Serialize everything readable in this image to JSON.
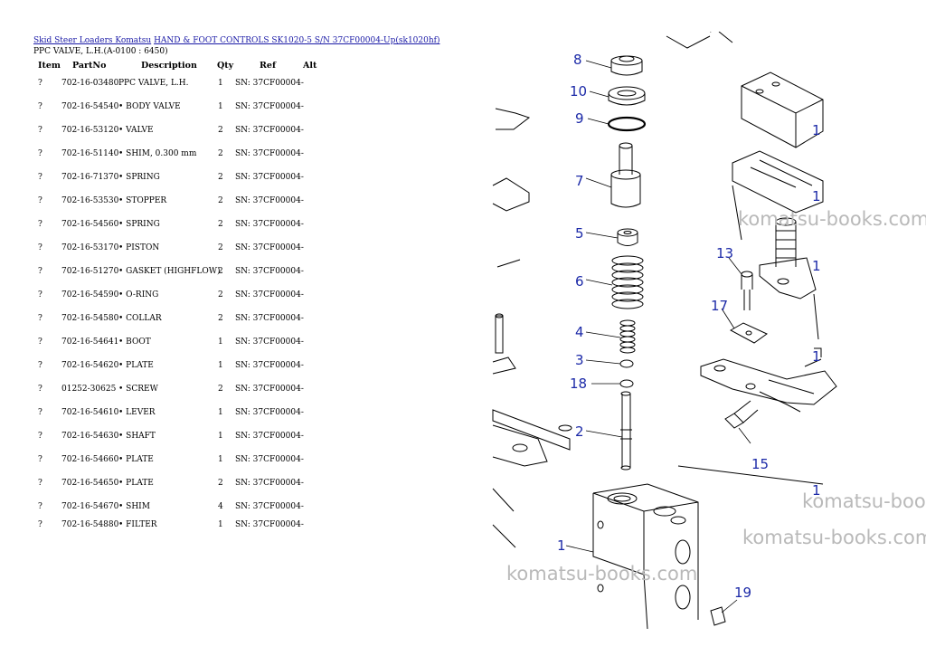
{
  "breadcrumb": {
    "link1": "Skid Steer Loaders Komatsu",
    "link2": "HAND & FOOT CONTROLS SK1020-5 S/N 37CF00004-Up(sk1020hf)"
  },
  "subtitle": "PPC VALVE, L.H.(A-0100 : 6450)",
  "table": {
    "headers": {
      "item": "Item",
      "partno": "PartNo",
      "description": "Description",
      "qty": "Qty",
      "ref": "Ref",
      "alt": "Alt"
    },
    "rows": [
      {
        "item": "?",
        "partno": "702-16-03480",
        "description": "PPC VALVE, L.H.",
        "qty": "1",
        "ref": "SN: 37CF00004-"
      },
      {
        "item": "?",
        "partno": "702-16-54540",
        "description": "• BODY VALVE",
        "qty": "1",
        "ref": "SN: 37CF00004-"
      },
      {
        "item": "?",
        "partno": "702-16-53120",
        "description": "• VALVE",
        "qty": "2",
        "ref": "SN: 37CF00004-"
      },
      {
        "item": "?",
        "partno": "702-16-51140",
        "description": "• SHIM, 0.300 mm",
        "qty": "2",
        "ref": "SN: 37CF00004-"
      },
      {
        "item": "?",
        "partno": "702-16-71370",
        "description": "• SPRING",
        "qty": "2",
        "ref": "SN: 37CF00004-"
      },
      {
        "item": "?",
        "partno": "702-16-53530",
        "description": "• STOPPER",
        "qty": "2",
        "ref": "SN: 37CF00004-"
      },
      {
        "item": "?",
        "partno": "702-16-54560",
        "description": "• SPRING",
        "qty": "2",
        "ref": "SN: 37CF00004-"
      },
      {
        "item": "?",
        "partno": "702-16-53170",
        "description": "• PISTON",
        "qty": "2",
        "ref": "SN: 37CF00004-"
      },
      {
        "item": "?",
        "partno": "702-16-51270",
        "description": "• GASKET (HIGHFLOW)",
        "qty": "2",
        "ref": "SN: 37CF00004-"
      },
      {
        "item": "?",
        "partno": "702-16-54590",
        "description": "• O-RING",
        "qty": "2",
        "ref": "SN: 37CF00004-"
      },
      {
        "item": "?",
        "partno": "702-16-54580",
        "description": "• COLLAR",
        "qty": "2",
        "ref": "SN: 37CF00004-"
      },
      {
        "item": "?",
        "partno": "702-16-54641",
        "description": "• BOOT",
        "qty": "1",
        "ref": "SN: 37CF00004-"
      },
      {
        "item": "?",
        "partno": "702-16-54620",
        "description": "• PLATE",
        "qty": "1",
        "ref": "SN: 37CF00004-"
      },
      {
        "item": "?",
        "partno": "01252-30625",
        "description": "• SCREW",
        "qty": "2",
        "ref": "SN: 37CF00004-"
      },
      {
        "item": "?",
        "partno": "702-16-54610",
        "description": "• LEVER",
        "qty": "1",
        "ref": "SN: 37CF00004-"
      },
      {
        "item": "?",
        "partno": "702-16-54630",
        "description": "• SHAFT",
        "qty": "1",
        "ref": "SN: 37CF00004-"
      },
      {
        "item": "?",
        "partno": "702-16-54660",
        "description": "• PLATE",
        "qty": "1",
        "ref": "SN: 37CF00004-"
      },
      {
        "item": "?",
        "partno": "702-16-54650",
        "description": "• PLATE",
        "qty": "2",
        "ref": "SN: 37CF00004-"
      },
      {
        "item": "?",
        "partno": "702-16-54670",
        "description": "• SHIM",
        "qty": "4",
        "ref": "SN: 37CF00004-"
      },
      {
        "item": "?",
        "partno": "702-16-54880",
        "description": "• FILTER",
        "qty": "1",
        "ref": "SN: 37CF00004-"
      }
    ]
  },
  "diagram": {
    "callouts": [
      "8",
      "10",
      "9",
      "7",
      "5",
      "6",
      "4",
      "3",
      "18",
      "2",
      "1",
      "13",
      "17",
      "15",
      "19",
      "1",
      "1",
      "1",
      "1",
      "1"
    ],
    "watermark": "komatsu-books.com",
    "callout_color": "#1c2aa8",
    "watermark_color": "#b9b9b9"
  }
}
